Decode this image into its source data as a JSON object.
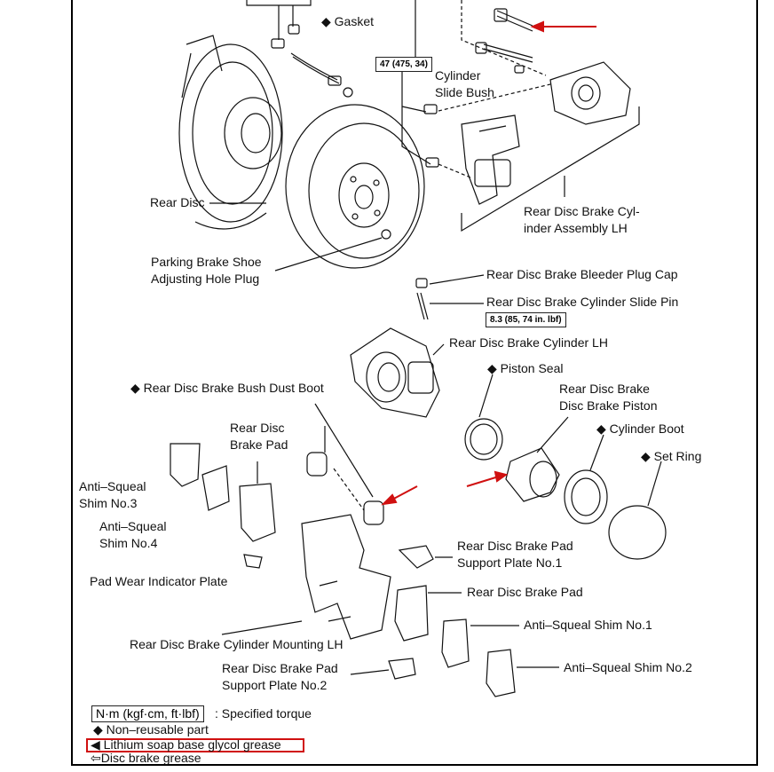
{
  "labels": {
    "gasket": "◆ Gasket",
    "torque_47": "47 (475, 34)",
    "cylinder_slide_bush": "Cylinder\nSlide Bush",
    "rear_disc": "Rear Disc",
    "rear_disc_brake_cyl_assembly": "Rear Disc Brake Cyl-\ninder Assembly LH",
    "parking_brake_shoe_plug": "Parking Brake Shoe\nAdjusting Hole Plug",
    "bleeder_plug_cap": "Rear Disc Brake Bleeder Plug Cap",
    "cylinder_slide_pin": "Rear Disc Brake Cylinder Slide Pin",
    "torque_8_3": "8.3 (85, 74 in. lbf)",
    "rear_disc_brake_cylinder_lh": "Rear Disc Brake Cylinder LH",
    "piston_seal": "◆ Piston Seal",
    "bush_dust_boot": "◆ Rear Disc Brake Bush Dust Boot",
    "disc_brake_piston": "Rear Disc Brake\nDisc Brake Piston",
    "cylinder_boot": "◆ Cylinder Boot",
    "set_ring": "◆ Set Ring",
    "rear_disc_brake_pad_upper": "Rear Disc\nBrake Pad",
    "anti_squeal_shim_3": "Anti–Squeal\nShim No.3",
    "anti_squeal_shim_4": "Anti–Squeal\nShim No.4",
    "pad_wear_indicator_plate": "Pad Wear Indicator Plate",
    "pad_support_plate_1": "Rear Disc Brake Pad\nSupport Plate No.1",
    "rear_disc_brake_pad_lower": "Rear Disc Brake Pad",
    "anti_squeal_shim_1": "Anti–Squeal Shim No.1",
    "cylinder_mounting_lh": "Rear Disc Brake Cylinder Mounting LH",
    "pad_support_plate_2": "Rear Disc Brake Pad\nSupport Plate No.2",
    "anti_squeal_shim_2": "Anti–Squeal Shim No.2"
  },
  "legend": {
    "torque_unit": "N·m (kgf·cm, ft·lbf)",
    "torque_desc": ": Specified torque",
    "non_reusable": "◆ Non–reusable part",
    "lithium_grease": "Lithium soap base glycol grease",
    "disc_brake_grease": "Disc brake grease"
  },
  "colors": {
    "annotation_red": "#d01010",
    "line": "#111111"
  }
}
